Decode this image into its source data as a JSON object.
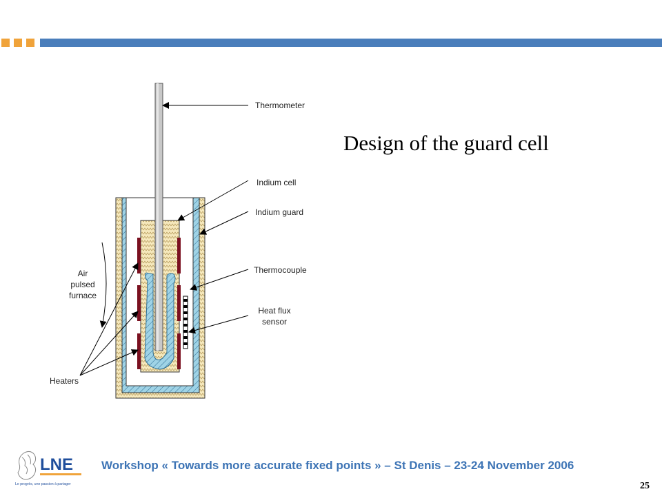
{
  "title": "Design of the guard cell",
  "labels": {
    "thermometer": "Thermometer",
    "indium_cell": "Indium cell",
    "indium_guard": "Indium guard",
    "thermocouple": "Thermocouple",
    "heat_flux_line1": "Heat flux",
    "heat_flux_line2": "sensor",
    "air_line1": "Air",
    "air_line2": "pulsed",
    "air_line3": "furnace",
    "heaters": "Heaters"
  },
  "footer": {
    "text": "Workshop « Towards more accurate fixed points »  – St Denis – 23-24 November 2006",
    "page_number": "25",
    "logo_text": "LNE",
    "logo_tagline": "Le progrès, une passion à partager"
  },
  "colors": {
    "accent_orange": "#f0a33a",
    "accent_blue": "#4a7ebb",
    "footer_text": "#3d74b5",
    "insulation_fill": "#f6e9bd",
    "guard_fill": "#9fd3e6",
    "heater_fill": "#7a1020"
  }
}
